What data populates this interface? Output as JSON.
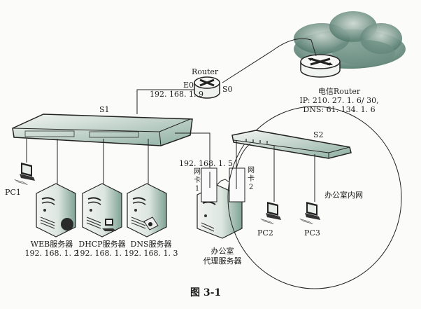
{
  "figure": {
    "caption": "图 3-1",
    "colors": {
      "line": "#1a1a1a",
      "device_fill": "#e9eee9",
      "device_shade": "#7fa396",
      "cloud": "#5f8578",
      "background": "#fbfbf9"
    }
  },
  "internet": {
    "cloud_icon": "cloud-icon",
    "router": {
      "label": "电信Router",
      "ip": "IP: 210. 27. 1. 6/ 30,",
      "dns": "DNS: 61. 134. 1. 6"
    }
  },
  "office_router": {
    "label": "Router",
    "port_e0": "E0",
    "port_s0": "S0",
    "e0_ip": "192. 168. 1. 9"
  },
  "switch_s1": {
    "label": "S1"
  },
  "switch_s2": {
    "label": "S2"
  },
  "pc1": {
    "label": "PC1"
  },
  "servers": [
    {
      "name": "WEB服务器",
      "ip": "192. 168. 1. 2",
      "icon": "globe-icon"
    },
    {
      "name": "DHCP服务器",
      "ip": "192. 168. 1. 1",
      "icon": "computer-icon"
    },
    {
      "name": "DNS服务器",
      "ip": "192. 168. 1. 3",
      "icon": "disk-icon"
    }
  ],
  "proxy_server": {
    "line1": "办公室",
    "line2": "代理服务器",
    "nic1": {
      "label": "网卡1",
      "ip": "192. 168. 1. 5"
    },
    "nic2": {
      "label": "网卡2"
    }
  },
  "office_lan": {
    "label": "办公室内网",
    "pcs": [
      {
        "label": "PC2"
      },
      {
        "label": "PC3"
      }
    ]
  }
}
